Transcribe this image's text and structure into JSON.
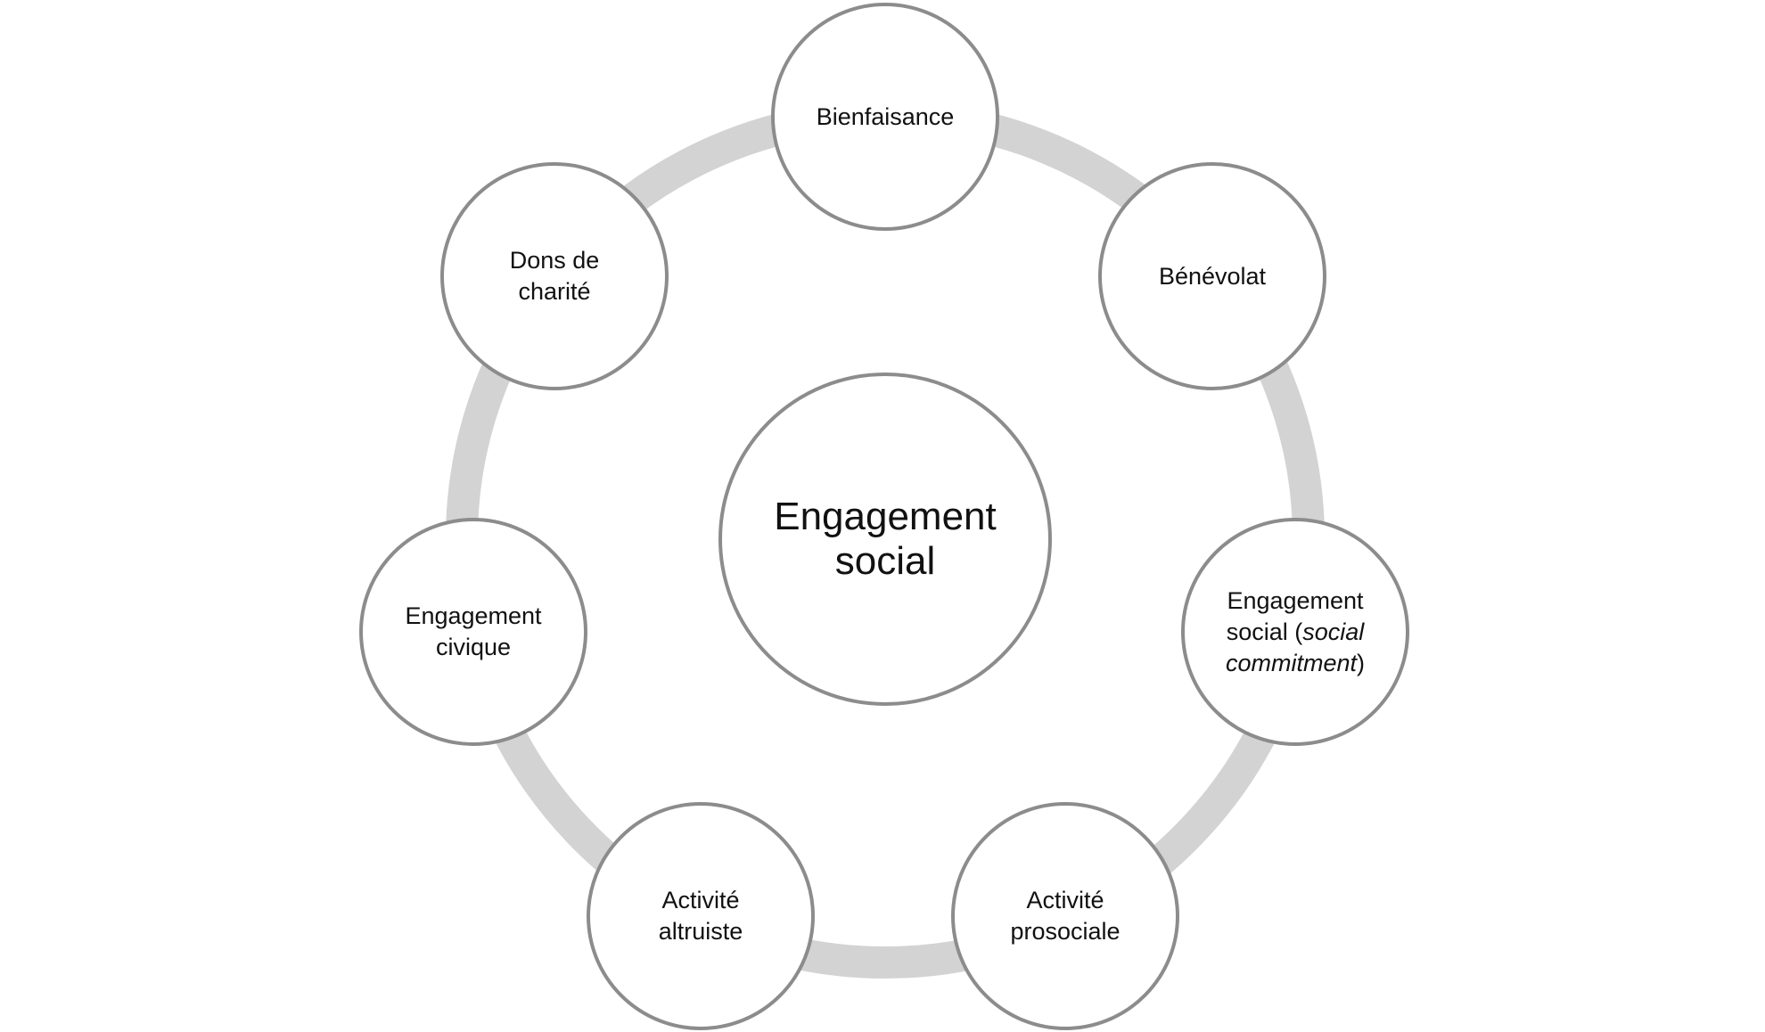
{
  "diagram": {
    "center": {
      "label": "Engagement social"
    },
    "nodes": [
      {
        "label": "Bienfaisance"
      },
      {
        "label": "Bénévolat"
      },
      {
        "label_prefix": "Engagement social (",
        "label_italic": "social commitment",
        "label_suffix": ")"
      },
      {
        "label": "Activité prosociale"
      },
      {
        "label": "Activité altruiste"
      },
      {
        "label": "Engagement civique"
      },
      {
        "label": "Dons de charité"
      }
    ],
    "ring_color": "#d3d3d3",
    "node_border_color": "#8c8c8c"
  }
}
